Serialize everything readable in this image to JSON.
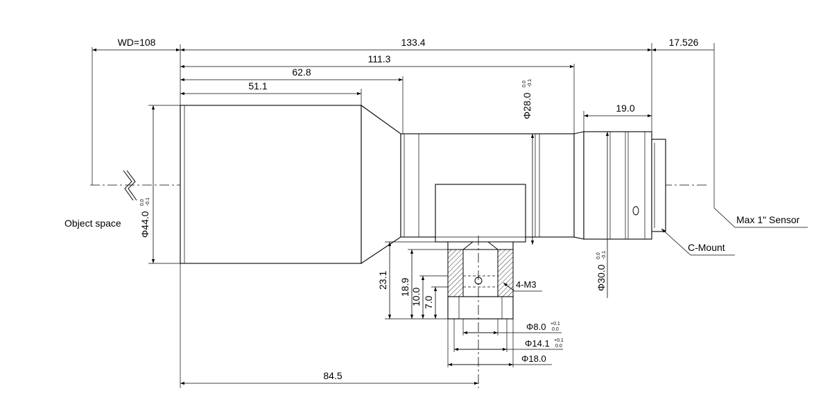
{
  "dimensions": {
    "wd": "WD=108",
    "total_length": "133.4",
    "length_111": "111.3",
    "length_62": "62.8",
    "length_51": "51.1",
    "length_19": "19.0",
    "length_17": "17.526",
    "length_84": "84.5",
    "h_23": "23.1",
    "h_18": "18.9",
    "h_10": "10.0",
    "h_7": "7.0",
    "dia_44": "Φ44.0",
    "dia_44_tol_upper": "0.0",
    "dia_44_tol_lower": "-0.1",
    "dia_28": "Φ28.0",
    "dia_28_tol_upper": "0.0",
    "dia_28_tol_lower": "-0.1",
    "dia_30": "Φ30.0",
    "dia_30_tol_upper": "0.0",
    "dia_30_tol_lower": "-0.1",
    "dia_8": "Φ8.0",
    "dia_8_tol_upper": "+0.1",
    "dia_8_tol_lower": "0.0",
    "dia_14": "Φ14.1",
    "dia_14_tol_upper": "+0.1",
    "dia_14_tol_lower": "0.0",
    "dia_18": "Φ18.0"
  },
  "labels": {
    "object_space": "Object space",
    "sensor": "Max 1\" Sensor",
    "mount": "C-Mount",
    "thread": "4-M3"
  },
  "colors": {
    "line": "#000000",
    "background": "#ffffff"
  }
}
